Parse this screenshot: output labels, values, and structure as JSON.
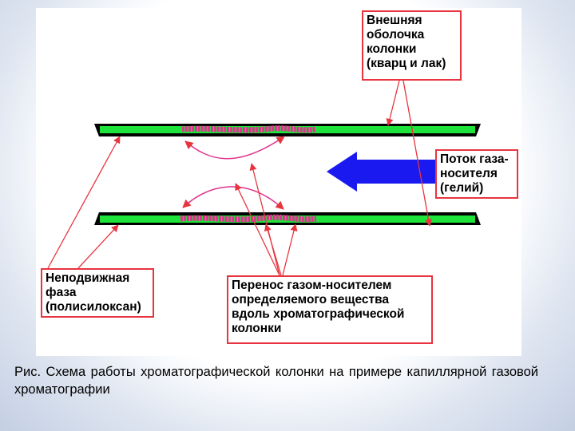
{
  "labels": {
    "outer_shell": "Внешняя\nоболочка\nколонки\n(кварц и лак)",
    "carrier_gas_flow": "Поток газа-\nносителя\n(гелий)",
    "stationary_phase": "Неподвижная\nфаза\n(полисилоксан)",
    "analyte_transfer": "Перенос газом-носителем\nопределяемого вещества\nвдоль хроматографической\nколонки"
  },
  "caption": "Рис.  Схема  работы  хроматографической  колонки  на  примере капиллярной газовой хроматографии",
  "colors": {
    "stationary_phase": "#1ee33a",
    "analyte_zone": "#e0338f",
    "callout": "#e8343f",
    "flow_arrow": "#1a1af0"
  }
}
